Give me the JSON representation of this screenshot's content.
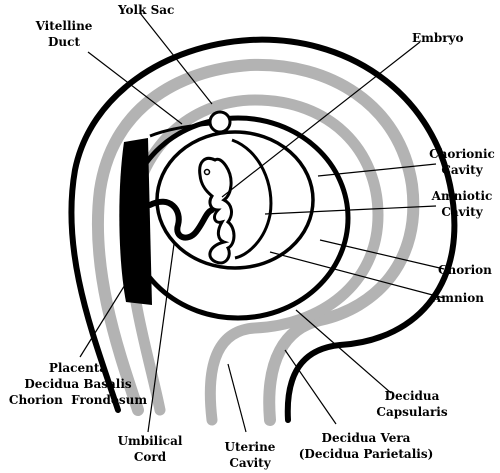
{
  "labels": {
    "yolk_sac": "Yolk Sac",
    "vitelline_duct_1": "Vitelline",
    "vitelline_duct_2": "Duct",
    "embryo": "Embryo",
    "chorionic_cavity_1": "Chorionic",
    "chorionic_cavity_2": "Cavity",
    "amniotic_cavity_1": "Amniotic",
    "amniotic_cavity_2": "Cavity",
    "chorion": "Chorion",
    "amnion": "Amnion",
    "placenta": "Placenta",
    "decidua_basalis": "Decidua Basalis",
    "chorion_frondosum": "Chorion  Frondosum",
    "decidua_capsularis_1": "Decidua",
    "decidua_capsularis_2": "Capsularis",
    "umbilical_cord_1": "Umbilical",
    "umbilical_cord_2": "Cord",
    "uterine_cavity_1": "Uterine",
    "uterine_cavity_2": "Cavity",
    "decidua_vera_1": "Decidua Vera",
    "decidua_vera_2": "(Decidua Parietalis)"
  },
  "colors": {
    "line": "#000000",
    "decidua_gray": "#b3b3b3",
    "background": "#ffffff"
  }
}
